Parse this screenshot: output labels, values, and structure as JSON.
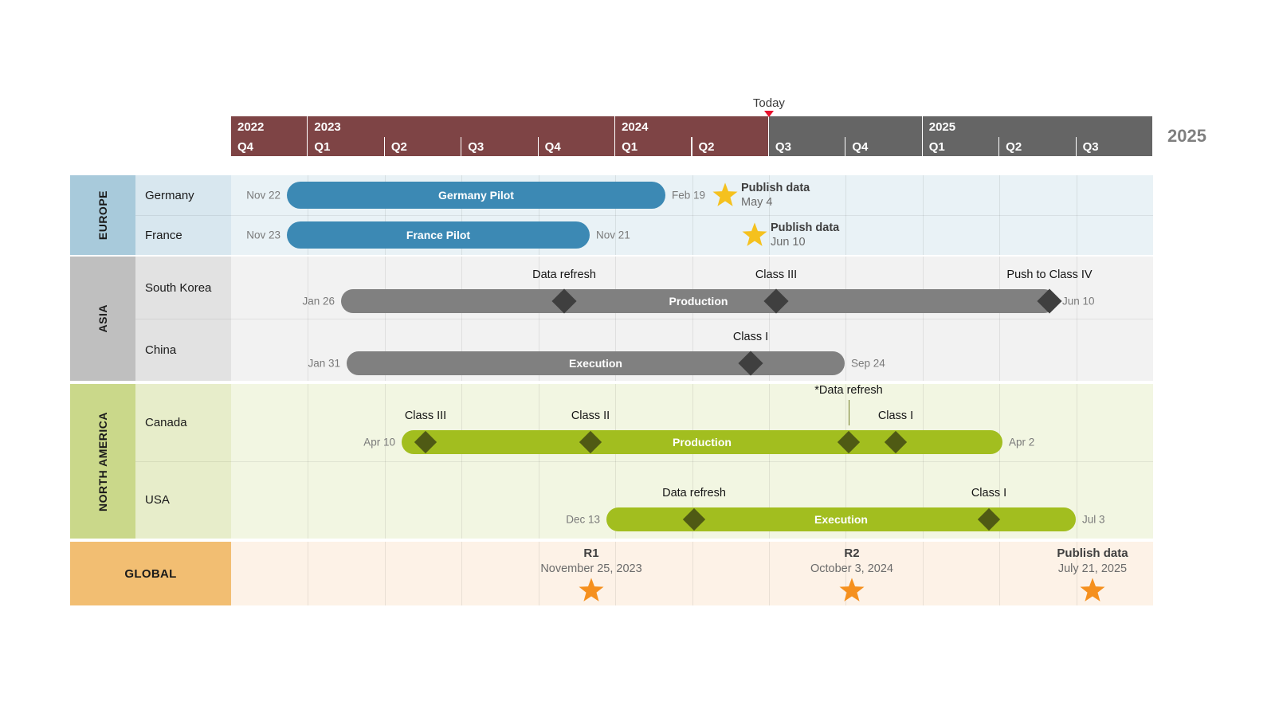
{
  "chart_data": {
    "type": "gantt",
    "title": "",
    "axis": {
      "start_label": "Q4 2022",
      "end_label": "Q3 2025",
      "quarters": [
        {
          "label": "Q4",
          "year": "2022",
          "past": true
        },
        {
          "label": "Q1",
          "year": "2023",
          "past": true
        },
        {
          "label": "Q2",
          "year": "2023",
          "past": true
        },
        {
          "label": "Q3",
          "year": "2023",
          "past": true
        },
        {
          "label": "Q4",
          "year": "2023",
          "past": true
        },
        {
          "label": "Q1",
          "year": "2024",
          "past": true
        },
        {
          "label": "Q2",
          "year": "2024",
          "past": true
        },
        {
          "label": "Q3",
          "year": "2024",
          "past": false
        },
        {
          "label": "Q4",
          "year": "2024",
          "past": false
        },
        {
          "label": "Q1",
          "year": "2025",
          "past": false
        },
        {
          "label": "Q2",
          "year": "2025",
          "past": false
        },
        {
          "label": "Q3",
          "year": "2025",
          "past": false
        }
      ],
      "year_bands": [
        {
          "label": "2022",
          "span": 1,
          "past": true
        },
        {
          "label": "2023",
          "span": 4,
          "past": true
        },
        {
          "label": "2024",
          "span": 2,
          "past": true
        },
        {
          "label": "2024b",
          "span": 2,
          "past": false,
          "hide_label": true
        },
        {
          "label": "2025",
          "span": 3,
          "past": false
        }
      ],
      "side_year_label": "2025"
    },
    "today": {
      "label": "Today",
      "quarter_index": 7
    },
    "groups": [
      {
        "name": "EUROPE",
        "group_color": "#A8CADB",
        "row_color": "#E9F2F6",
        "bar_color": "#3C89B4",
        "rows": [
          {
            "label": "Germany",
            "bar": {
              "text": "Germany Pilot",
              "start_date": "Nov 22",
              "end_date": "Feb 19"
            },
            "markers": [],
            "stars": [
              {
                "title": "Publish data",
                "date": "May 4",
                "color": "#F5C11E"
              }
            ]
          },
          {
            "label": "France",
            "bar": {
              "text": "France Pilot",
              "start_date": "Nov 23",
              "end_date": "Nov 21"
            },
            "markers": [],
            "stars": [
              {
                "title": "Publish data",
                "date": "Jun 10",
                "color": "#F5C11E"
              }
            ]
          }
        ]
      },
      {
        "name": "ASIA",
        "group_color": "#BFBFBF",
        "row_color": "#F2F2F2",
        "bar_color": "#808080",
        "rows": [
          {
            "label": "South Korea",
            "bar": {
              "text": "Production",
              "start_date": "Jan 26",
              "end_date": "Jun 10"
            },
            "markers": [
              {
                "label": "Data refresh"
              },
              {
                "label": "Class III"
              },
              {
                "label": "Push to Class IV"
              }
            ],
            "stars": []
          },
          {
            "label": "China",
            "bar": {
              "text": "Execution",
              "start_date": "Jan 31",
              "end_date": "Sep 24"
            },
            "markers": [
              {
                "label": "Class I"
              }
            ],
            "stars": []
          }
        ]
      },
      {
        "name": "NORTH AMERICA",
        "group_color": "#CAD88A",
        "row_color": "#F2F6E2",
        "bar_color": "#A2BE1F",
        "rows": [
          {
            "label": "Canada",
            "bar": {
              "text": "Production",
              "start_date": "Apr 10",
              "end_date": "Apr 2"
            },
            "markers": [
              {
                "label": "Class III"
              },
              {
                "label": "Class II"
              },
              {
                "label": "*Data refresh",
                "leader": true
              },
              {
                "label": "Class I"
              }
            ],
            "stars": []
          },
          {
            "label": "USA",
            "bar": {
              "text": "Execution",
              "start_date": "Dec 13",
              "end_date": "Jul 3"
            },
            "markers": [
              {
                "label": "Data refresh"
              },
              {
                "label": "Class I"
              }
            ],
            "stars": []
          }
        ]
      }
    ],
    "global_row": {
      "name": "GLOBAL",
      "group_color": "#F2BE72",
      "row_color": "#FDF2E7",
      "star_color": "#F5901E",
      "milestones": [
        {
          "name": "R1",
          "date": "November 25, 2023"
        },
        {
          "name": "R2",
          "date": "October 3, 2024"
        },
        {
          "name": "Publish data",
          "date": "July 21, 2025"
        }
      ]
    }
  }
}
